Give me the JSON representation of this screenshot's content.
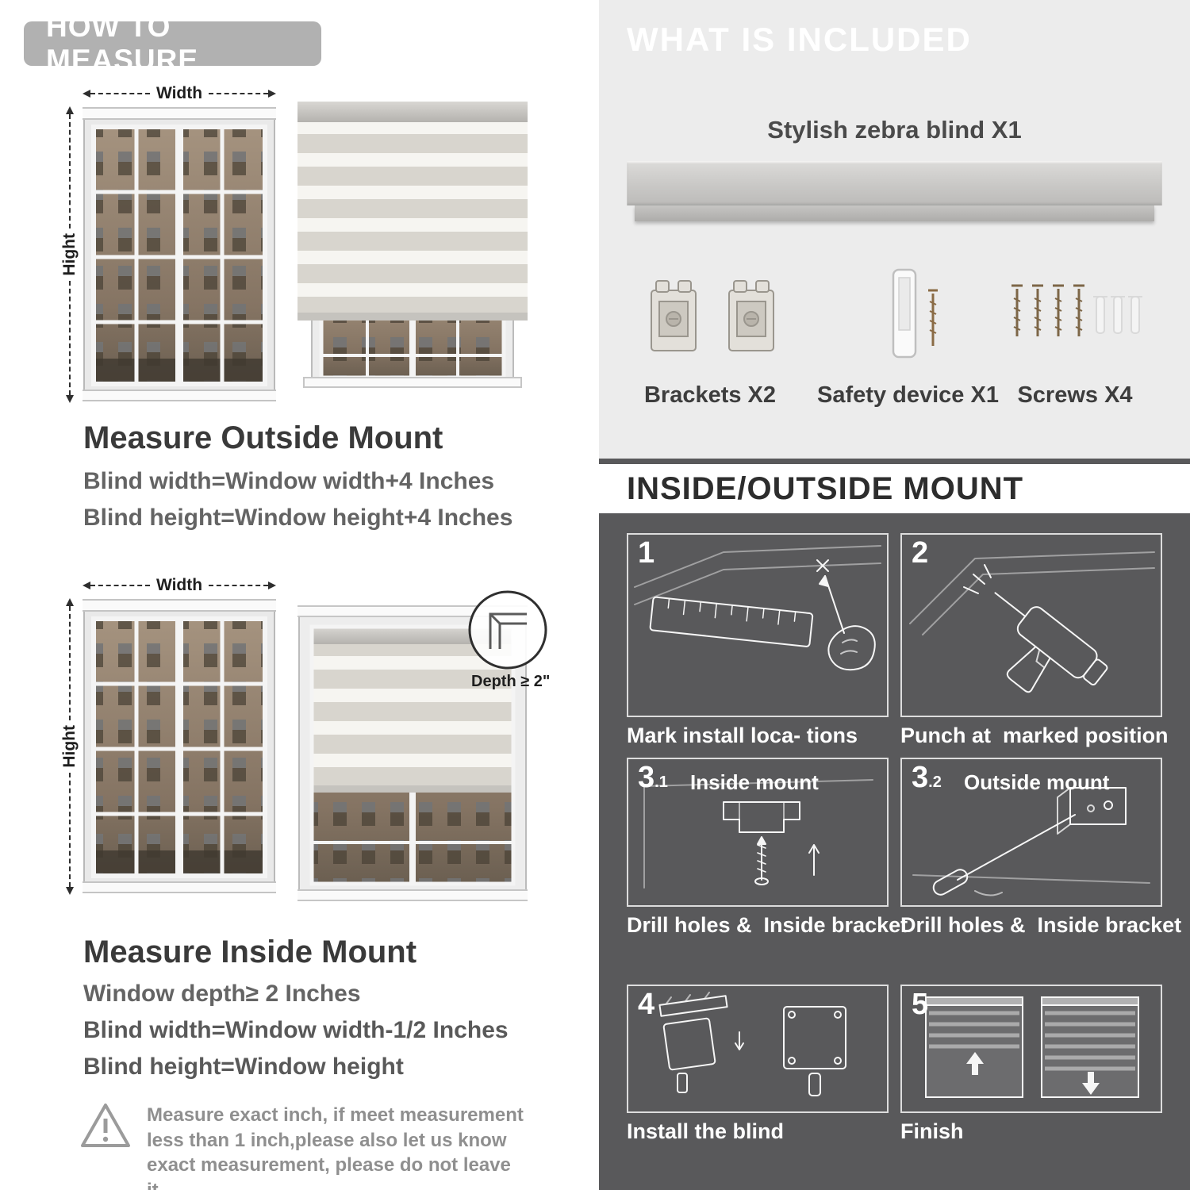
{
  "left": {
    "header": "HOW TO MEASURE",
    "outside": {
      "width_label": "Width",
      "height_label": "Hight",
      "title": "Measure Outside Mount",
      "line1": "Blind width=Window width+4 Inches",
      "line2": "Blind height=Window height+4 Inches"
    },
    "inside": {
      "width_label": "Width",
      "height_label": "Hight",
      "depth_label": "Depth ≥ 2\"",
      "title": "Measure Inside Mount",
      "line1": "Window depth≥ 2 Inches",
      "line2": "Blind width=Window width-1/2 Inches",
      "line3": "Blind height=Window height"
    },
    "warning": {
      "icon": "warning-triangle-icon",
      "text": "Measure exact inch, if meet measurement less than 1 inch,please also let us know exact measurement, please do not leave it"
    }
  },
  "right": {
    "included": {
      "header": "WHAT IS INCLUDED",
      "blind_label": "Stylish zebra blind X1",
      "items": [
        {
          "label": "Brackets X2",
          "icon": "brackets-icon"
        },
        {
          "label": "Safety device X1",
          "icon": "safety-device-icon"
        },
        {
          "label": "Screws X4",
          "icon": "screws-icon"
        }
      ]
    },
    "mount": {
      "header": "INSIDE/OUTSIDE MOUNT",
      "steps": [
        {
          "num": "1",
          "caption": "Mark install loca- tions"
        },
        {
          "num": "2",
          "caption": "Punch at  marked position"
        },
        {
          "num": "3",
          "sub": ".1",
          "title": "Inside mount",
          "caption": "Drill holes &  Inside bracket"
        },
        {
          "num": "3",
          "sub": ".2",
          "title": "Outside mount",
          "caption": "Drill holes &  Inside bracket"
        },
        {
          "num": "4",
          "caption": "Install the blind"
        },
        {
          "num": "5",
          "caption": "Finish"
        }
      ]
    }
  },
  "colors": {
    "badge_bg": "#b1b1b1",
    "included_bg": "#ececec",
    "mount_bg": "#59595b",
    "heading_text": "#3a3a3a",
    "body_text": "#646464"
  }
}
